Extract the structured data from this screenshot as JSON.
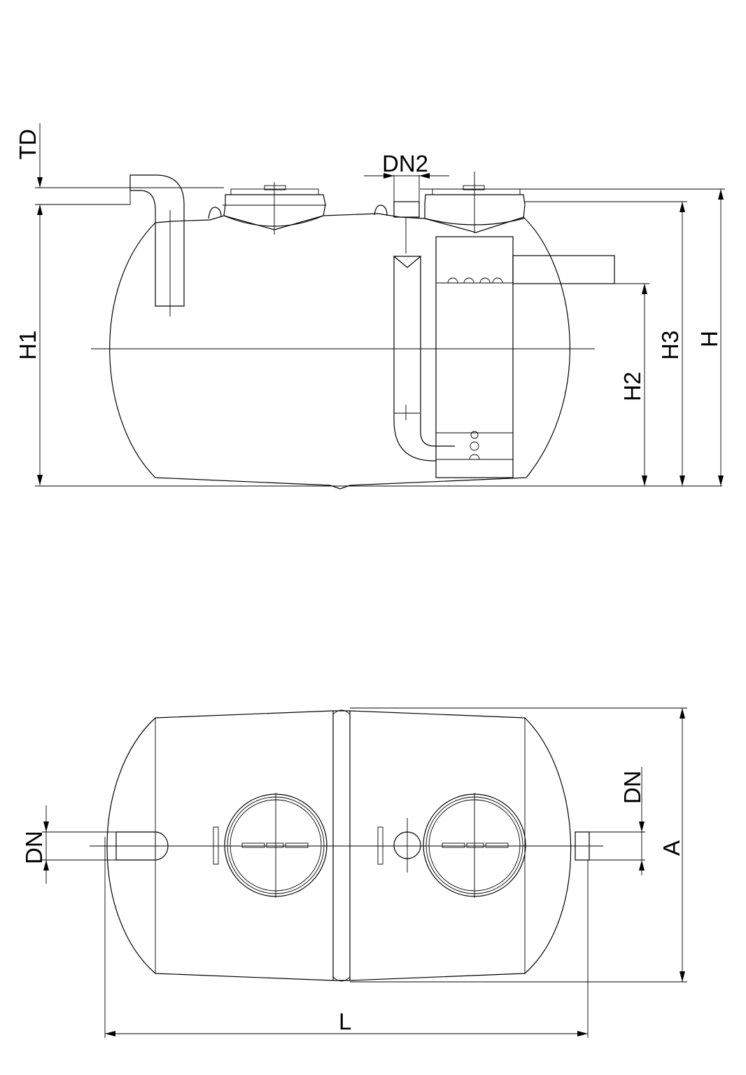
{
  "labels": {
    "td": "TD",
    "h1": "H1",
    "h2": "H2",
    "h3": "H3",
    "h": "H",
    "dn2": "DN2",
    "dn_left": "DN",
    "dn_right": "DN",
    "a": "A",
    "l": "L"
  }
}
